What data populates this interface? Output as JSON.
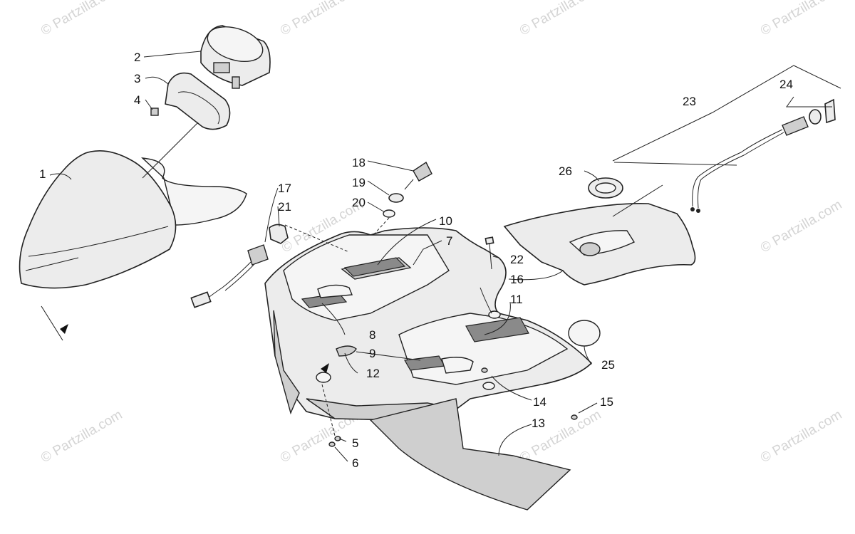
{
  "watermark": "© Partzilla.com",
  "callouts": [
    "1",
    "2",
    "3",
    "4",
    "5",
    "6",
    "7",
    "8",
    "9",
    "10",
    "11",
    "12",
    "13",
    "14",
    "15",
    "16",
    "17",
    "18",
    "19",
    "20",
    "21",
    "22",
    "23",
    "24",
    "25",
    "26"
  ]
}
